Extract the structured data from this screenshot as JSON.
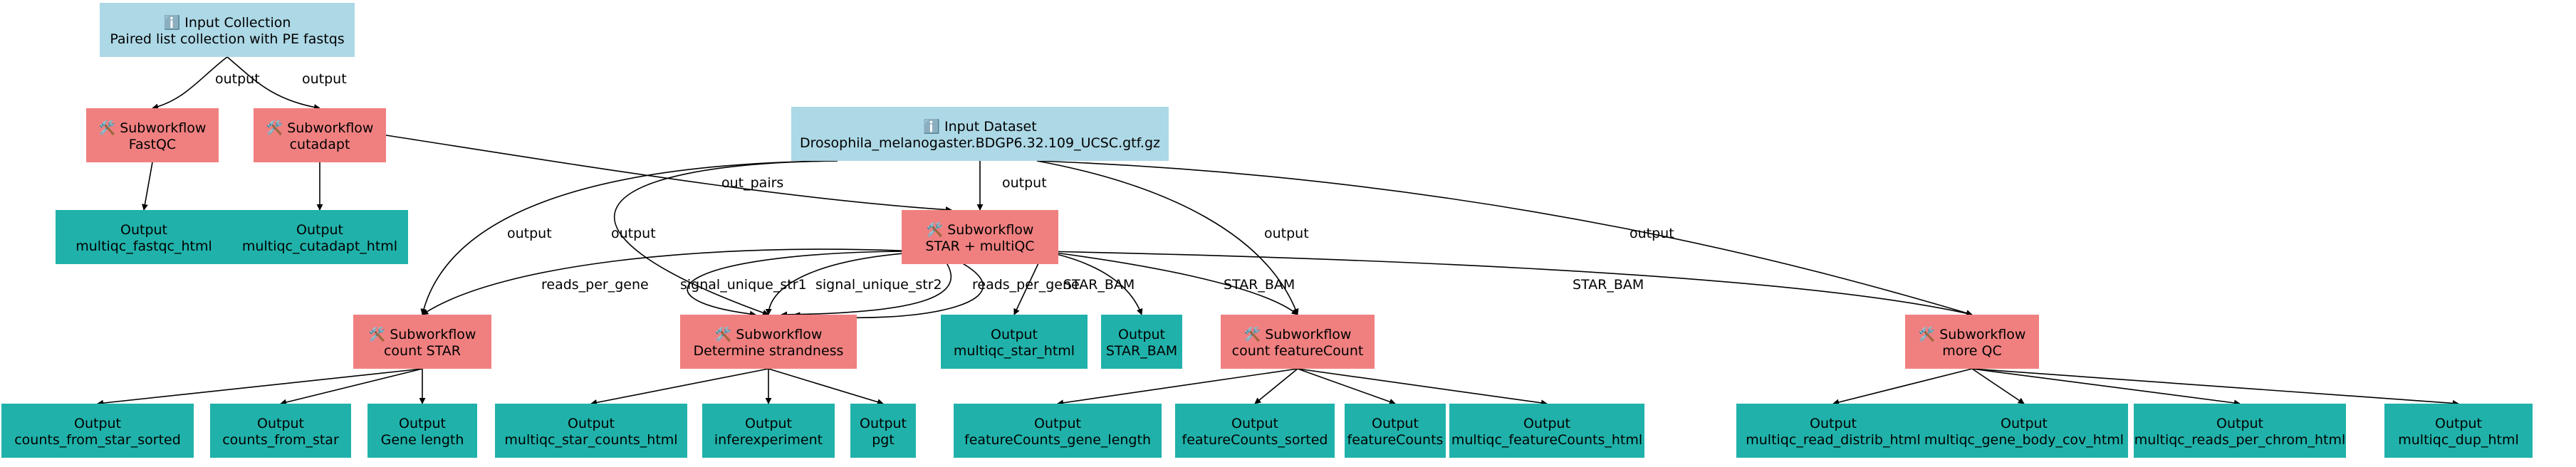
{
  "colors": {
    "input": "#add8e6",
    "subworkflow": "#f08080",
    "output": "#20b2aa",
    "edge": "#000000",
    "background": "#ffffff"
  },
  "icons": {
    "input": "info-icon",
    "subworkflow": "wrench-icon"
  },
  "nodes": [
    {
      "id": "input_collection",
      "kind": "input",
      "lines": [
        "ℹ️ Input Collection",
        "Paired list collection with PE fastqs"
      ]
    },
    {
      "id": "input_dataset",
      "kind": "input",
      "lines": [
        "ℹ️ Input Dataset",
        "Drosophila_melanogaster.BDGP6.32.109_UCSC.gtf.gz"
      ]
    },
    {
      "id": "sub_fastqc",
      "kind": "subworkflow",
      "lines": [
        "🛠️ Subworkflow",
        "FastQC"
      ]
    },
    {
      "id": "sub_cutadapt",
      "kind": "subworkflow",
      "lines": [
        "🛠️ Subworkflow",
        "cutadapt"
      ]
    },
    {
      "id": "sub_star",
      "kind": "subworkflow",
      "lines": [
        "🛠️ Subworkflow",
        "STAR + multiQC"
      ]
    },
    {
      "id": "sub_count_star",
      "kind": "subworkflow",
      "lines": [
        "🛠️ Subworkflow",
        "count STAR"
      ]
    },
    {
      "id": "sub_strandness",
      "kind": "subworkflow",
      "lines": [
        "🛠️ Subworkflow",
        "Determine strandness"
      ]
    },
    {
      "id": "sub_featurecount",
      "kind": "subworkflow",
      "lines": [
        "🛠️ Subworkflow",
        "count featureCount"
      ]
    },
    {
      "id": "sub_moreqc",
      "kind": "subworkflow",
      "lines": [
        "🛠️ Subworkflow",
        "more QC"
      ]
    },
    {
      "id": "out_fastqc",
      "kind": "output",
      "lines": [
        "Output",
        "multiqc_fastqc_html"
      ]
    },
    {
      "id": "out_cutadapt",
      "kind": "output",
      "lines": [
        "Output",
        "multiqc_cutadapt_html"
      ]
    },
    {
      "id": "out_star_html",
      "kind": "output",
      "lines": [
        "Output",
        "multiqc_star_html"
      ]
    },
    {
      "id": "out_star_bam",
      "kind": "output",
      "lines": [
        "Output",
        "STAR_BAM"
      ]
    },
    {
      "id": "out_counts_sorted",
      "kind": "output",
      "lines": [
        "Output",
        "counts_from_star_sorted"
      ]
    },
    {
      "id": "out_counts",
      "kind": "output",
      "lines": [
        "Output",
        "counts_from_star"
      ]
    },
    {
      "id": "out_gene_length",
      "kind": "output",
      "lines": [
        "Output",
        "Gene length"
      ]
    },
    {
      "id": "out_star_counts_html",
      "kind": "output",
      "lines": [
        "Output",
        "multiqc_star_counts_html"
      ]
    },
    {
      "id": "out_infer",
      "kind": "output",
      "lines": [
        "Output",
        "inferexperiment"
      ]
    },
    {
      "id": "out_pgt",
      "kind": "output",
      "lines": [
        "Output",
        "pgt"
      ]
    },
    {
      "id": "out_fc_gene_length",
      "kind": "output",
      "lines": [
        "Output",
        "featureCounts_gene_length"
      ]
    },
    {
      "id": "out_fc_sorted",
      "kind": "output",
      "lines": [
        "Output",
        "featureCounts_sorted"
      ]
    },
    {
      "id": "out_fc",
      "kind": "output",
      "lines": [
        "Output",
        "featureCounts"
      ]
    },
    {
      "id": "out_fc_html",
      "kind": "output",
      "lines": [
        "Output",
        "multiqc_featureCounts_html"
      ]
    },
    {
      "id": "out_read_distrib",
      "kind": "output",
      "lines": [
        "Output",
        "multiqc_read_distrib_html"
      ]
    },
    {
      "id": "out_gene_body",
      "kind": "output",
      "lines": [
        "Output",
        "multiqc_gene_body_cov_html"
      ]
    },
    {
      "id": "out_reads_chrom",
      "kind": "output",
      "lines": [
        "Output",
        "multiqc_reads_per_chrom_html"
      ]
    },
    {
      "id": "out_dup",
      "kind": "output",
      "lines": [
        "Output",
        "multiqc_dup_html"
      ]
    }
  ],
  "edges": [
    {
      "from": "input_collection",
      "to": "sub_fastqc",
      "label": "output"
    },
    {
      "from": "input_collection",
      "to": "sub_cutadapt",
      "label": "output"
    },
    {
      "from": "sub_fastqc",
      "to": "out_fastqc",
      "label": ""
    },
    {
      "from": "sub_cutadapt",
      "to": "out_cutadapt",
      "label": ""
    },
    {
      "from": "sub_cutadapt",
      "to": "sub_star",
      "label": "out_pairs"
    },
    {
      "from": "input_dataset",
      "to": "sub_star",
      "label": "output"
    },
    {
      "from": "input_dataset",
      "to": "sub_count_star",
      "label": "output"
    },
    {
      "from": "input_dataset",
      "to": "sub_strandness",
      "label": "output"
    },
    {
      "from": "input_dataset",
      "to": "sub_featurecount",
      "label": "output"
    },
    {
      "from": "input_dataset",
      "to": "sub_moreqc",
      "label": "output"
    },
    {
      "from": "sub_star",
      "to": "sub_count_star",
      "label": "reads_per_gene"
    },
    {
      "from": "sub_star",
      "to": "sub_strandness",
      "label": "signal_unique_str1"
    },
    {
      "from": "sub_star",
      "to": "sub_strandness",
      "label": "signal_unique_str2"
    },
    {
      "from": "sub_star",
      "to": "sub_strandness",
      "label": "reads_per_gene"
    },
    {
      "from": "sub_star",
      "to": "sub_strandness",
      "label": "STAR_BAM"
    },
    {
      "from": "sub_star",
      "to": "out_star_html",
      "label": ""
    },
    {
      "from": "sub_star",
      "to": "out_star_bam",
      "label": ""
    },
    {
      "from": "sub_star",
      "to": "sub_featurecount",
      "label": "STAR_BAM"
    },
    {
      "from": "sub_star",
      "to": "sub_moreqc",
      "label": "STAR_BAM"
    },
    {
      "from": "sub_count_star",
      "to": "out_counts_sorted",
      "label": ""
    },
    {
      "from": "sub_count_star",
      "to": "out_counts",
      "label": ""
    },
    {
      "from": "sub_count_star",
      "to": "out_gene_length",
      "label": ""
    },
    {
      "from": "sub_strandness",
      "to": "out_star_counts_html",
      "label": ""
    },
    {
      "from": "sub_strandness",
      "to": "out_infer",
      "label": ""
    },
    {
      "from": "sub_strandness",
      "to": "out_pgt",
      "label": ""
    },
    {
      "from": "sub_featurecount",
      "to": "out_fc_gene_length",
      "label": ""
    },
    {
      "from": "sub_featurecount",
      "to": "out_fc_sorted",
      "label": ""
    },
    {
      "from": "sub_featurecount",
      "to": "out_fc",
      "label": ""
    },
    {
      "from": "sub_featurecount",
      "to": "out_fc_html",
      "label": ""
    },
    {
      "from": "sub_moreqc",
      "to": "out_read_distrib",
      "label": ""
    },
    {
      "from": "sub_moreqc",
      "to": "out_gene_body",
      "label": ""
    },
    {
      "from": "sub_moreqc",
      "to": "out_reads_chrom",
      "label": ""
    },
    {
      "from": "sub_moreqc",
      "to": "out_dup",
      "label": ""
    }
  ]
}
